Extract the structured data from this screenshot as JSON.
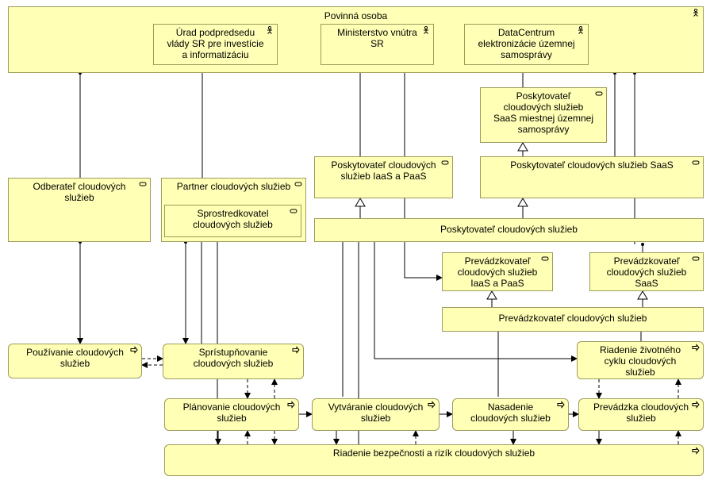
{
  "nodes": {
    "povinna_osoba": "Povinná osoba",
    "urad": "Úrad podpredsedu vlády SR pre investície a informatizáciu",
    "ministerstvo": "Ministerstvo vnútra SR",
    "datacentrum": "DataCentrum elektronizácie územnej samosprávy",
    "poskytovatel_saas_samospravy": "Poskytovateľ cloudových služieb SaaS miestnej územnej samosprávy",
    "poskytovatel_iaas_paas": "Poskytovateľ cloudových služieb IaaS a PaaS",
    "poskytovatel_saas": "Poskytovateľ cloudových služieb SaaS",
    "odberatel": "Odberateľ cloudových služieb",
    "partner": "Partner cloudových služieb",
    "sprostredkovatel": "Sprostredkovatel cloudových služieb",
    "poskytovatel": "Poskytovateľ cloudových služieb",
    "prevadzkovatel_iaas_paas": "Prevádzkovateľ cloudových služieb IaaS a PaaS",
    "prevadzkovatel_saas": "Prevádzkovateľ cloudových služieb SaaS",
    "prevadzkovatel": "Prevádzkovateľ cloudových služieb",
    "pouzivanie": "Používanie cloudových služieb",
    "spristupnovanie": "Sprístupňovanie cloudových služieb",
    "riadenie_zivotneho_cyklu": "Riadenie životného cyklu cloudových služieb",
    "planovanie": "Plánovanie cloudových služieb",
    "vytvaranie": "Vytváranie cloudových služieb",
    "nasadenie": "Nasadenie cloudových služieb",
    "prevadzka": "Prevádzka cloudových služieb",
    "riadenie_bezpecnosti": "Riadenie bezpečnosti a rizík cloudových služieb"
  },
  "colors": {
    "fill": "#ffffb5",
    "border": "#9c9c5c",
    "line": "#000000"
  },
  "icons": {
    "actor": "actor-icon",
    "role": "role-icon",
    "process": "process-arrow-icon"
  }
}
